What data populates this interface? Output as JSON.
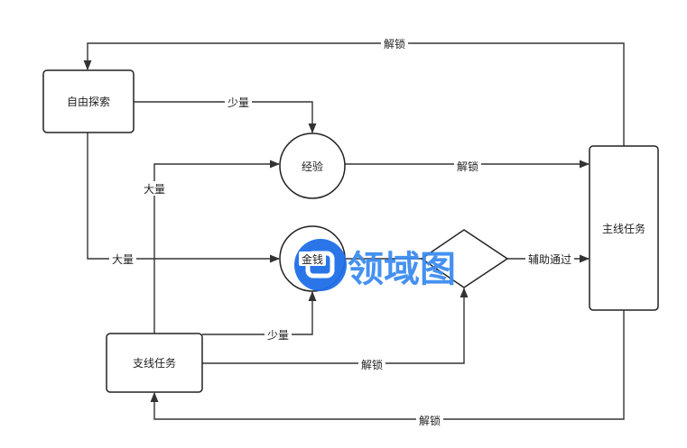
{
  "nodes": {
    "free_explore": "自由探索",
    "experience": "经验",
    "money": "金钱",
    "main_quest": "主线任务",
    "side_quest": "支线任务"
  },
  "edges": {
    "main_to_free": "解锁",
    "free_to_exp": "少量",
    "free_to_money": "大量",
    "side_to_exp": "大量",
    "side_to_money": "少量",
    "side_to_diamond": "解锁",
    "exp_to_main": "解锁",
    "diamond_to_main": "辅助通过",
    "main_to_side": "解锁"
  },
  "watermark": "领域图"
}
